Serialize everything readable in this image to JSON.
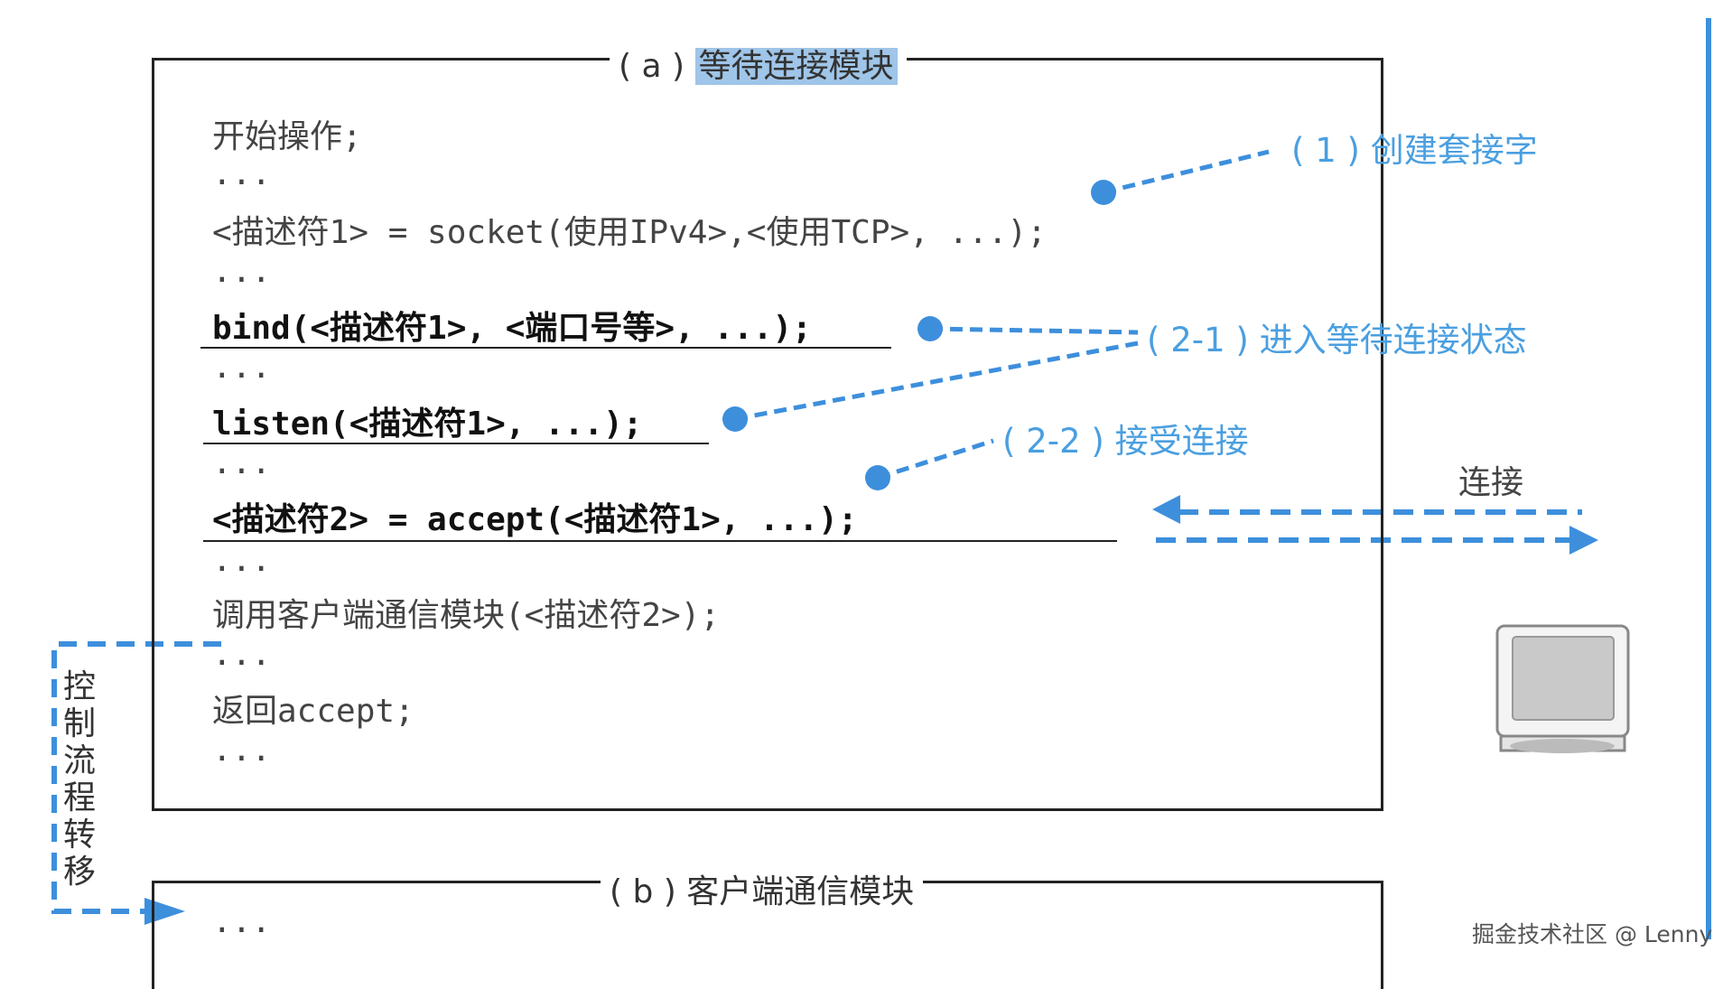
{
  "colors": {
    "accent": "#3d8fdc",
    "highlight": "#9fc5e8",
    "frame": "#222222"
  },
  "box_a": {
    "label_prefix": "( a )",
    "label_main": "等待连接模块",
    "lines": {
      "l1": "开始操作;",
      "l2": "...",
      "l3": "<描述符1> = socket(使用IPv4>,<使用TCP>, ...);",
      "l4": "...",
      "l5": "bind(<描述符1>, <端口号等>, ...);",
      "l6": "...",
      "l7": "listen(<描述符1>, ...);",
      "l8": "...",
      "l9": "<描述符2> = accept(<描述符1>, ...);",
      "l10": "...",
      "l11": "调用客户端通信模块(<描述符2>);",
      "l12": "...",
      "l13": "返回accept;",
      "l14": "..."
    }
  },
  "box_b": {
    "label": "( b ) 客户端通信模块",
    "first_line": "..."
  },
  "annotations": {
    "create_socket": "( 1 ) 创建套接字",
    "wait_connection": "( 2-1 ) 进入等待连接状态",
    "accept_connection": "( 2-2 ) 接受连接",
    "connection": "连接"
  },
  "control_flow_label": [
    "控",
    "制",
    "流",
    "程",
    "转",
    "移"
  ],
  "watermark": "掘金技术社区 @ Lenny",
  "icons": {
    "client": "computer-icon"
  }
}
